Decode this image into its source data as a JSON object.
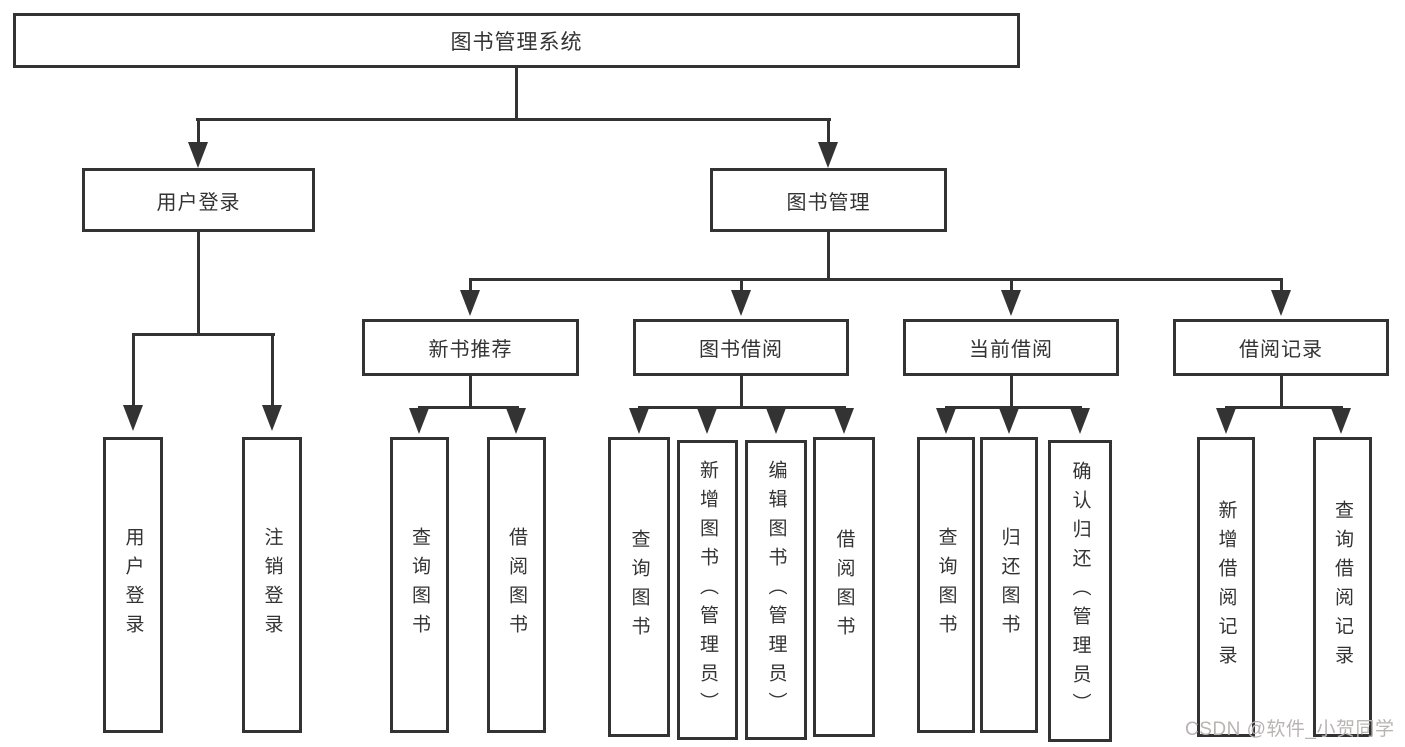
{
  "tree": {
    "label": "图书管理系统",
    "children": [
      {
        "label": "用户登录",
        "children": [
          {
            "label": "用户登录"
          },
          {
            "label": "注销登录"
          }
        ]
      },
      {
        "label": "图书管理",
        "children": [
          {
            "label": "新书推荐",
            "children": [
              {
                "label": "查询图书"
              },
              {
                "label": "借阅图书"
              }
            ]
          },
          {
            "label": "图书借阅",
            "children": [
              {
                "label": "查询图书"
              },
              {
                "label": "新增图书（管理员）"
              },
              {
                "label": "编辑图书（管理员）"
              },
              {
                "label": "借阅图书"
              }
            ]
          },
          {
            "label": "当前借阅",
            "children": [
              {
                "label": "查询图书"
              },
              {
                "label": "归还图书"
              },
              {
                "label": "确认归还（管理员）"
              }
            ]
          },
          {
            "label": "借阅记录",
            "children": [
              {
                "label": "新增借阅记录"
              },
              {
                "label": "查询借阅记录"
              }
            ]
          }
        ]
      }
    ]
  },
  "watermark": "CSDN @软件_小贺同学",
  "colors": {
    "line": "#333333",
    "text": "#333333",
    "node_background": "#ffffff",
    "page_background": "#ffffff",
    "watermark": "#b9b4b4"
  }
}
